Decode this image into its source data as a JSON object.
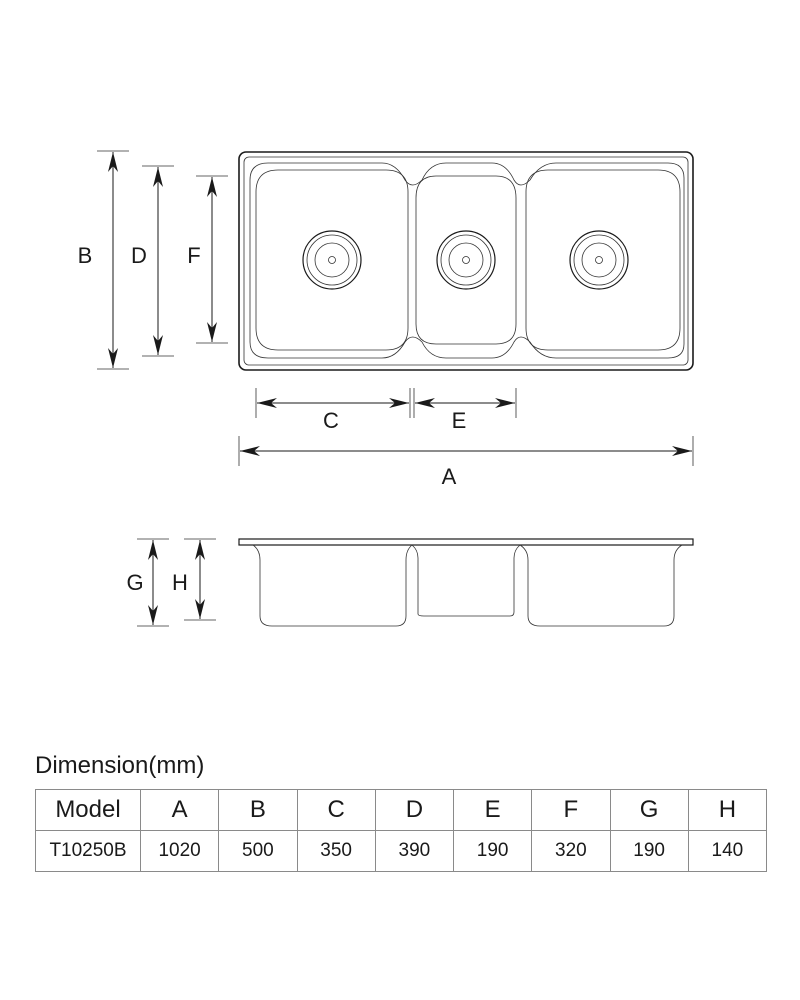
{
  "labels": {
    "A": "A",
    "B": "B",
    "C": "C",
    "D": "D",
    "E": "E",
    "F": "F",
    "G": "G",
    "H": "H"
  },
  "table": {
    "title": "Dimension(mm)",
    "headers": [
      "Model",
      "A",
      "B",
      "C",
      "D",
      "E",
      "F",
      "G",
      "H"
    ],
    "rows": [
      [
        "T10250B",
        "1020",
        "500",
        "350",
        "390",
        "190",
        "320",
        "190",
        "140"
      ]
    ]
  }
}
